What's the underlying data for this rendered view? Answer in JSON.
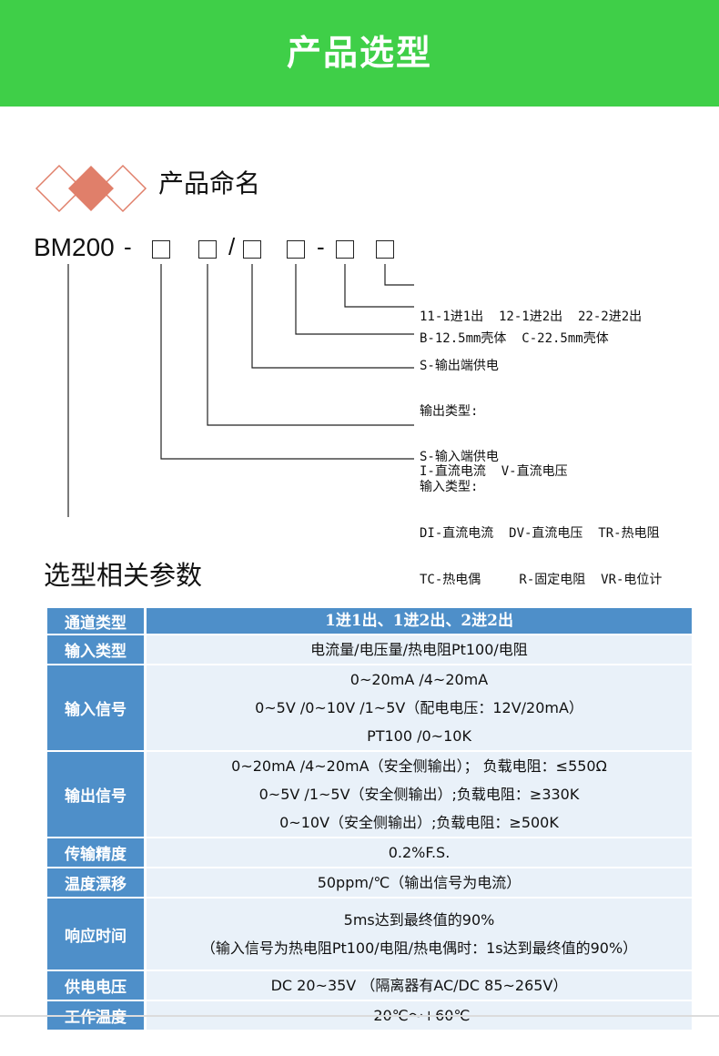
{
  "banner": {
    "title": "产品选型"
  },
  "naming": {
    "title": "产品命名",
    "model": "BM200",
    "separators": [
      "-",
      "/",
      "-"
    ],
    "options": [
      {
        "lines": [
          "11-1进1出  12-1进2出  22-2进2出"
        ]
      },
      {
        "lines": [
          "B-12.5mm壳体  C-22.5mm壳体"
        ]
      },
      {
        "lines": [
          "S-输出端供电"
        ]
      },
      {
        "lines": [
          "输出类型:",
          "I-直流电流  V-直流电压"
        ]
      },
      {
        "lines": [
          "S-输入端供电"
        ]
      },
      {
        "lines": [
          "输入类型:",
          "DI-直流电流  DV-直流电压  TR-热电阻",
          "TC-热电偶     R-固定电阻  VR-电位计"
        ]
      }
    ]
  },
  "params": {
    "title": "选型相关参数",
    "rows": [
      {
        "label": "通道类型",
        "lines": [
          "1进1出、1进2出、2进2出"
        ],
        "header": true
      },
      {
        "label": "输入类型",
        "lines": [
          "电流量/电压量/热电阻Pt100/电阻"
        ]
      },
      {
        "label": "输入信号",
        "lines": [
          "0~20mA /4~20mA",
          "0~5V /0~10V /1~5V（配电电压：12V/20mA）",
          "PT100 /0~10K"
        ]
      },
      {
        "label": "输出信号",
        "lines": [
          "0~20mA /4~20mA（安全侧输出）； 负载电阻：≤550Ω",
          "0~5V /1~5V（安全侧输出）;负载电阻：≥330K",
          "0~10V（安全侧输出）;负载电阻：≥500K"
        ]
      },
      {
        "label": "传输精度",
        "lines": [
          "0.2%F.S."
        ]
      },
      {
        "label": "温度漂移",
        "lines": [
          "50ppm/℃（输出信号为电流）"
        ]
      },
      {
        "label": "响应时间",
        "lines": [
          "5ms达到最终值的90%",
          "（输入信号为热电阻Pt100/电阻/热电偶时：1s达到最终值的90%）"
        ]
      },
      {
        "label": "供电电压",
        "lines": [
          "DC 20~35V （隔离器有AC/DC 85~265V）"
        ]
      },
      {
        "label": "工作温度",
        "lines": [
          "-20℃～+60℃"
        ]
      }
    ]
  },
  "colors": {
    "banner": "#3fcf48",
    "accent_diamond": "#e07f6a",
    "table_header": "#4e8fc9",
    "table_cell": "#e9f1f9"
  }
}
